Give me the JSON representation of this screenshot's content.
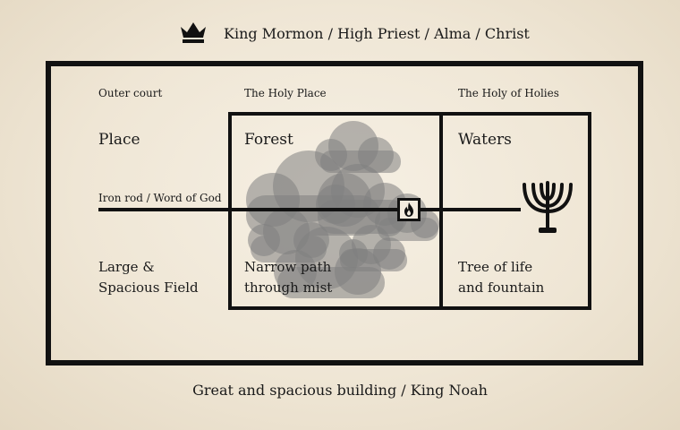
{
  "header": {
    "title": "King Mormon  / High Priest / Alma / Christ",
    "icon": "crown-icon"
  },
  "columns": [
    {
      "heading": "Outer court",
      "name": "Place",
      "description": "Large &\nSpacious Field"
    },
    {
      "heading": "The Holy Place",
      "name": "Forest",
      "description": "Narrow path\nthrough mist"
    },
    {
      "heading": "The Holy of Holies",
      "name": "Waters",
      "description": "Tree of life\nand fountain"
    }
  ],
  "rod": {
    "label": "Iron rod / Word of God"
  },
  "icons": {
    "altar": "fire-altar-icon",
    "menorah": "menorah-icon",
    "mist": "cloud-icon"
  },
  "footer": {
    "title": "Great and spacious building / King Noah"
  },
  "colors": {
    "ink": "#111111",
    "cloud": "#8a8a8a",
    "background": "#f3ecdf"
  }
}
